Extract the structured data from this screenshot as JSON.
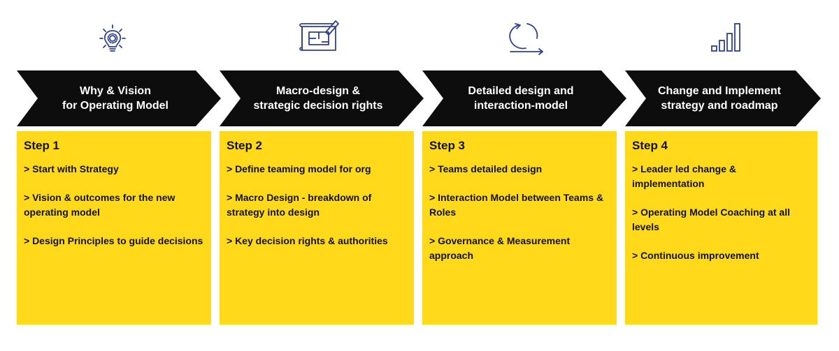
{
  "steps": [
    {
      "icon": "lightbulb-gear-icon",
      "title": "Why & Vision\nfor Operating Model",
      "step_label": "Step 1",
      "bullets": [
        "> Start with Strategy",
        "> Vision & outcomes for the new operating model",
        "> Design Principles to guide decisions"
      ]
    },
    {
      "icon": "blueprint-icon",
      "title": "Macro-design &\nstrategic decision rights",
      "step_label": "Step 2",
      "bullets": [
        "> Define teaming model for org",
        "> Macro Design - breakdown of strategy into design",
        "> Key decision rights & authorities"
      ]
    },
    {
      "icon": "cycle-arrow-icon",
      "title": "Detailed design  and\ninteraction-model",
      "step_label": "Step 3",
      "bullets": [
        "> Teams detailed design",
        "> Interaction Model between Teams & Roles",
        "> Governance & Measurement approach"
      ]
    },
    {
      "icon": "bar-chart-icon",
      "title": "Change and Implement\nstrategy and roadmap",
      "step_label": "Step 4",
      "bullets": [
        "> Leader led change & implementation",
        "> Operating Model Coaching at all levels",
        "> Continuous improvement"
      ]
    }
  ],
  "colors": {
    "chevron": "#0d0d0d",
    "card": "#ffd91a",
    "icon": "#2f3f8f"
  }
}
